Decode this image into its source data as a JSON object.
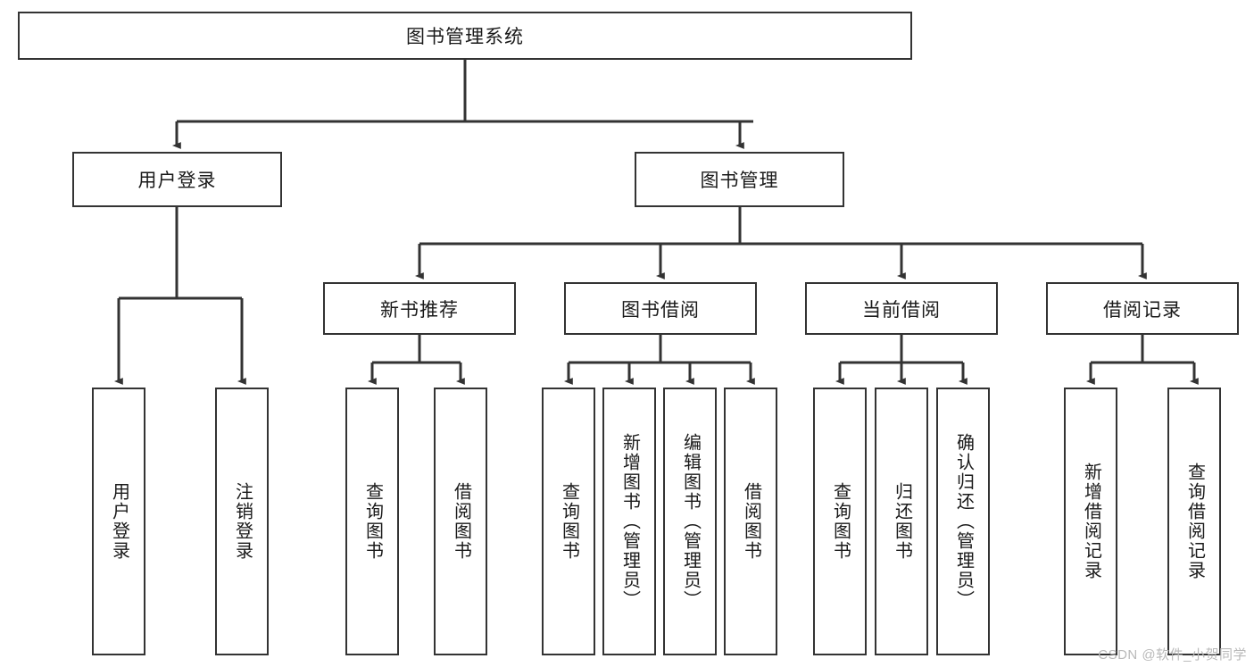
{
  "diagram": {
    "type": "tree",
    "title": "图书管理系统",
    "watermark": "CSDN @软件_小贺同学",
    "colors": {
      "box_border": "#333333",
      "box_fill": "#ffffff",
      "connector": "#333333",
      "text": "#1a1a1a",
      "watermark": "#b9b9b9",
      "background": "#ffffff"
    },
    "levels": {
      "root": {
        "label": "图书管理系统"
      },
      "level2": [
        {
          "label": "用户登录"
        },
        {
          "label": "图书管理"
        }
      ],
      "level3": [
        {
          "label": "新书推荐"
        },
        {
          "label": "图书借阅"
        },
        {
          "label": "当前借阅"
        },
        {
          "label": "借阅记录"
        }
      ],
      "leaves": {
        "user_login": [
          {
            "label": "用户登录"
          },
          {
            "label": "注销登录"
          }
        ],
        "new_book_recommend": [
          {
            "label": "查询图书"
          },
          {
            "label": "借阅图书"
          }
        ],
        "book_borrow": [
          {
            "label": "查询图书"
          },
          {
            "label": "新增图书（管理员）"
          },
          {
            "label": "编辑图书（管理员）"
          },
          {
            "label": "借阅图书"
          }
        ],
        "current_borrow": [
          {
            "label": "查询图书"
          },
          {
            "label": "归还图书"
          },
          {
            "label": "确认归还（管理员）"
          }
        ],
        "borrow_record": [
          {
            "label": "新增借阅记录"
          },
          {
            "label": "查询借阅记录"
          }
        ]
      }
    }
  }
}
